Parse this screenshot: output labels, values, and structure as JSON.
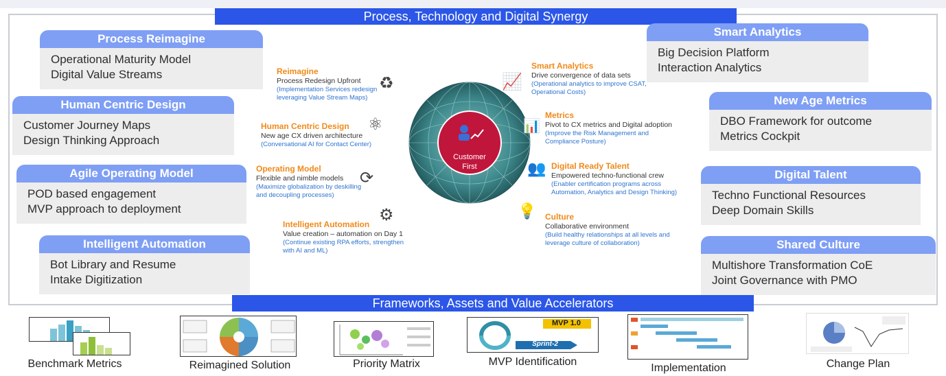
{
  "banners": {
    "top": "Process, Technology and Digital Synergy",
    "bottom": "Frameworks, Assets and Value Accelerators"
  },
  "left_cards": [
    {
      "title": "Process Reimagine",
      "lines": [
        "Operational Maturity Model",
        "Digital Value Streams"
      ]
    },
    {
      "title": "Human Centric Design",
      "lines": [
        "Customer Journey Maps",
        "Design Thinking Approach"
      ]
    },
    {
      "title": "Agile Operating Model",
      "lines": [
        "POD based engagement",
        "MVP approach to deployment"
      ]
    },
    {
      "title": "Intelligent Automation",
      "lines": [
        "Bot Library and Resume",
        "Intake Digitization"
      ]
    }
  ],
  "right_cards": [
    {
      "title": "Smart Analytics",
      "lines": [
        "Big Decision Platform",
        "Interaction Analytics"
      ]
    },
    {
      "title": "New Age Metrics",
      "lines": [
        "DBO Framework for outcome",
        "Metrics Cockpit"
      ]
    },
    {
      "title": "Digital Talent",
      "lines": [
        "Techno Functional Resources",
        "Deep Domain Skills"
      ]
    },
    {
      "title": "Shared Culture",
      "lines": [
        "Multishore Transformation CoE",
        "Joint Governance with PMO"
      ]
    }
  ],
  "center": {
    "hub": [
      "Customer",
      "First"
    ],
    "left": [
      {
        "title": "Reimagine",
        "desc": "Process Redesign Upfront",
        "notes": [
          "(Implementation Services redesign",
          "leveraging Value Stream Maps)"
        ],
        "icon": "recycle-icon"
      },
      {
        "title": "Human Centric Design",
        "desc": "New age CX driven architecture",
        "notes": [
          "(Conversational AI for Contact Center)"
        ],
        "icon": "atom-icon"
      },
      {
        "title": "Operating Model",
        "desc": "Flexible and nimble models",
        "notes": [
          "(Maximize globalization by deskilling",
          "and decoupling processes)"
        ],
        "icon": "cycle-chart-icon"
      },
      {
        "title": "Intelligent Automation",
        "desc": "Value creation – automation on Day 1",
        "notes": [
          "(Continue existing RPA efforts, strengthen",
          "with AI and ML)"
        ],
        "icon": "gears-icon"
      }
    ],
    "right": [
      {
        "title": "Smart Analytics",
        "desc": "Drive convergence of data sets",
        "notes": [
          "(Operational analytics to improve CSAT,",
          "Operational Costs)"
        ],
        "icon": "trend-chart-icon"
      },
      {
        "title": "Metrics",
        "desc": "Pivot to CX metrics and Digital adoption",
        "notes": [
          "(Improve the Risk Management and",
          "Compliance Posture)"
        ],
        "icon": "bar-chart-icon"
      },
      {
        "title": "Digital Ready Talent",
        "desc": "Empowered techno-functional crew",
        "notes": [
          "(Enabler certification programs across",
          "Automation, Analytics and Design Thinking)"
        ],
        "icon": "people-icon"
      },
      {
        "title": "Culture",
        "desc": "Collaborative environment",
        "notes": [
          "(Build healthy relationships at all levels and",
          "leverage culture of collaboration)"
        ],
        "icon": "lightbulb-icon"
      }
    ]
  },
  "assets": [
    {
      "label": "Benchmark Metrics"
    },
    {
      "label": "Reimagined Solution"
    },
    {
      "label": "Priority Matrix"
    },
    {
      "label": "MVP Identification",
      "badge": "MVP 1.0",
      "sprint": "Sprint-2"
    },
    {
      "label": "Implementation"
    },
    {
      "label": "Change Plan"
    }
  ],
  "colors": {
    "banner": "#2b56e8",
    "card_header": "#7f9ff5",
    "card_body": "#ededed",
    "segment_title": "#f08a1b",
    "segment_note": "#2f74d0",
    "hub": "#c0163c",
    "globe": "#2f6f74"
  }
}
